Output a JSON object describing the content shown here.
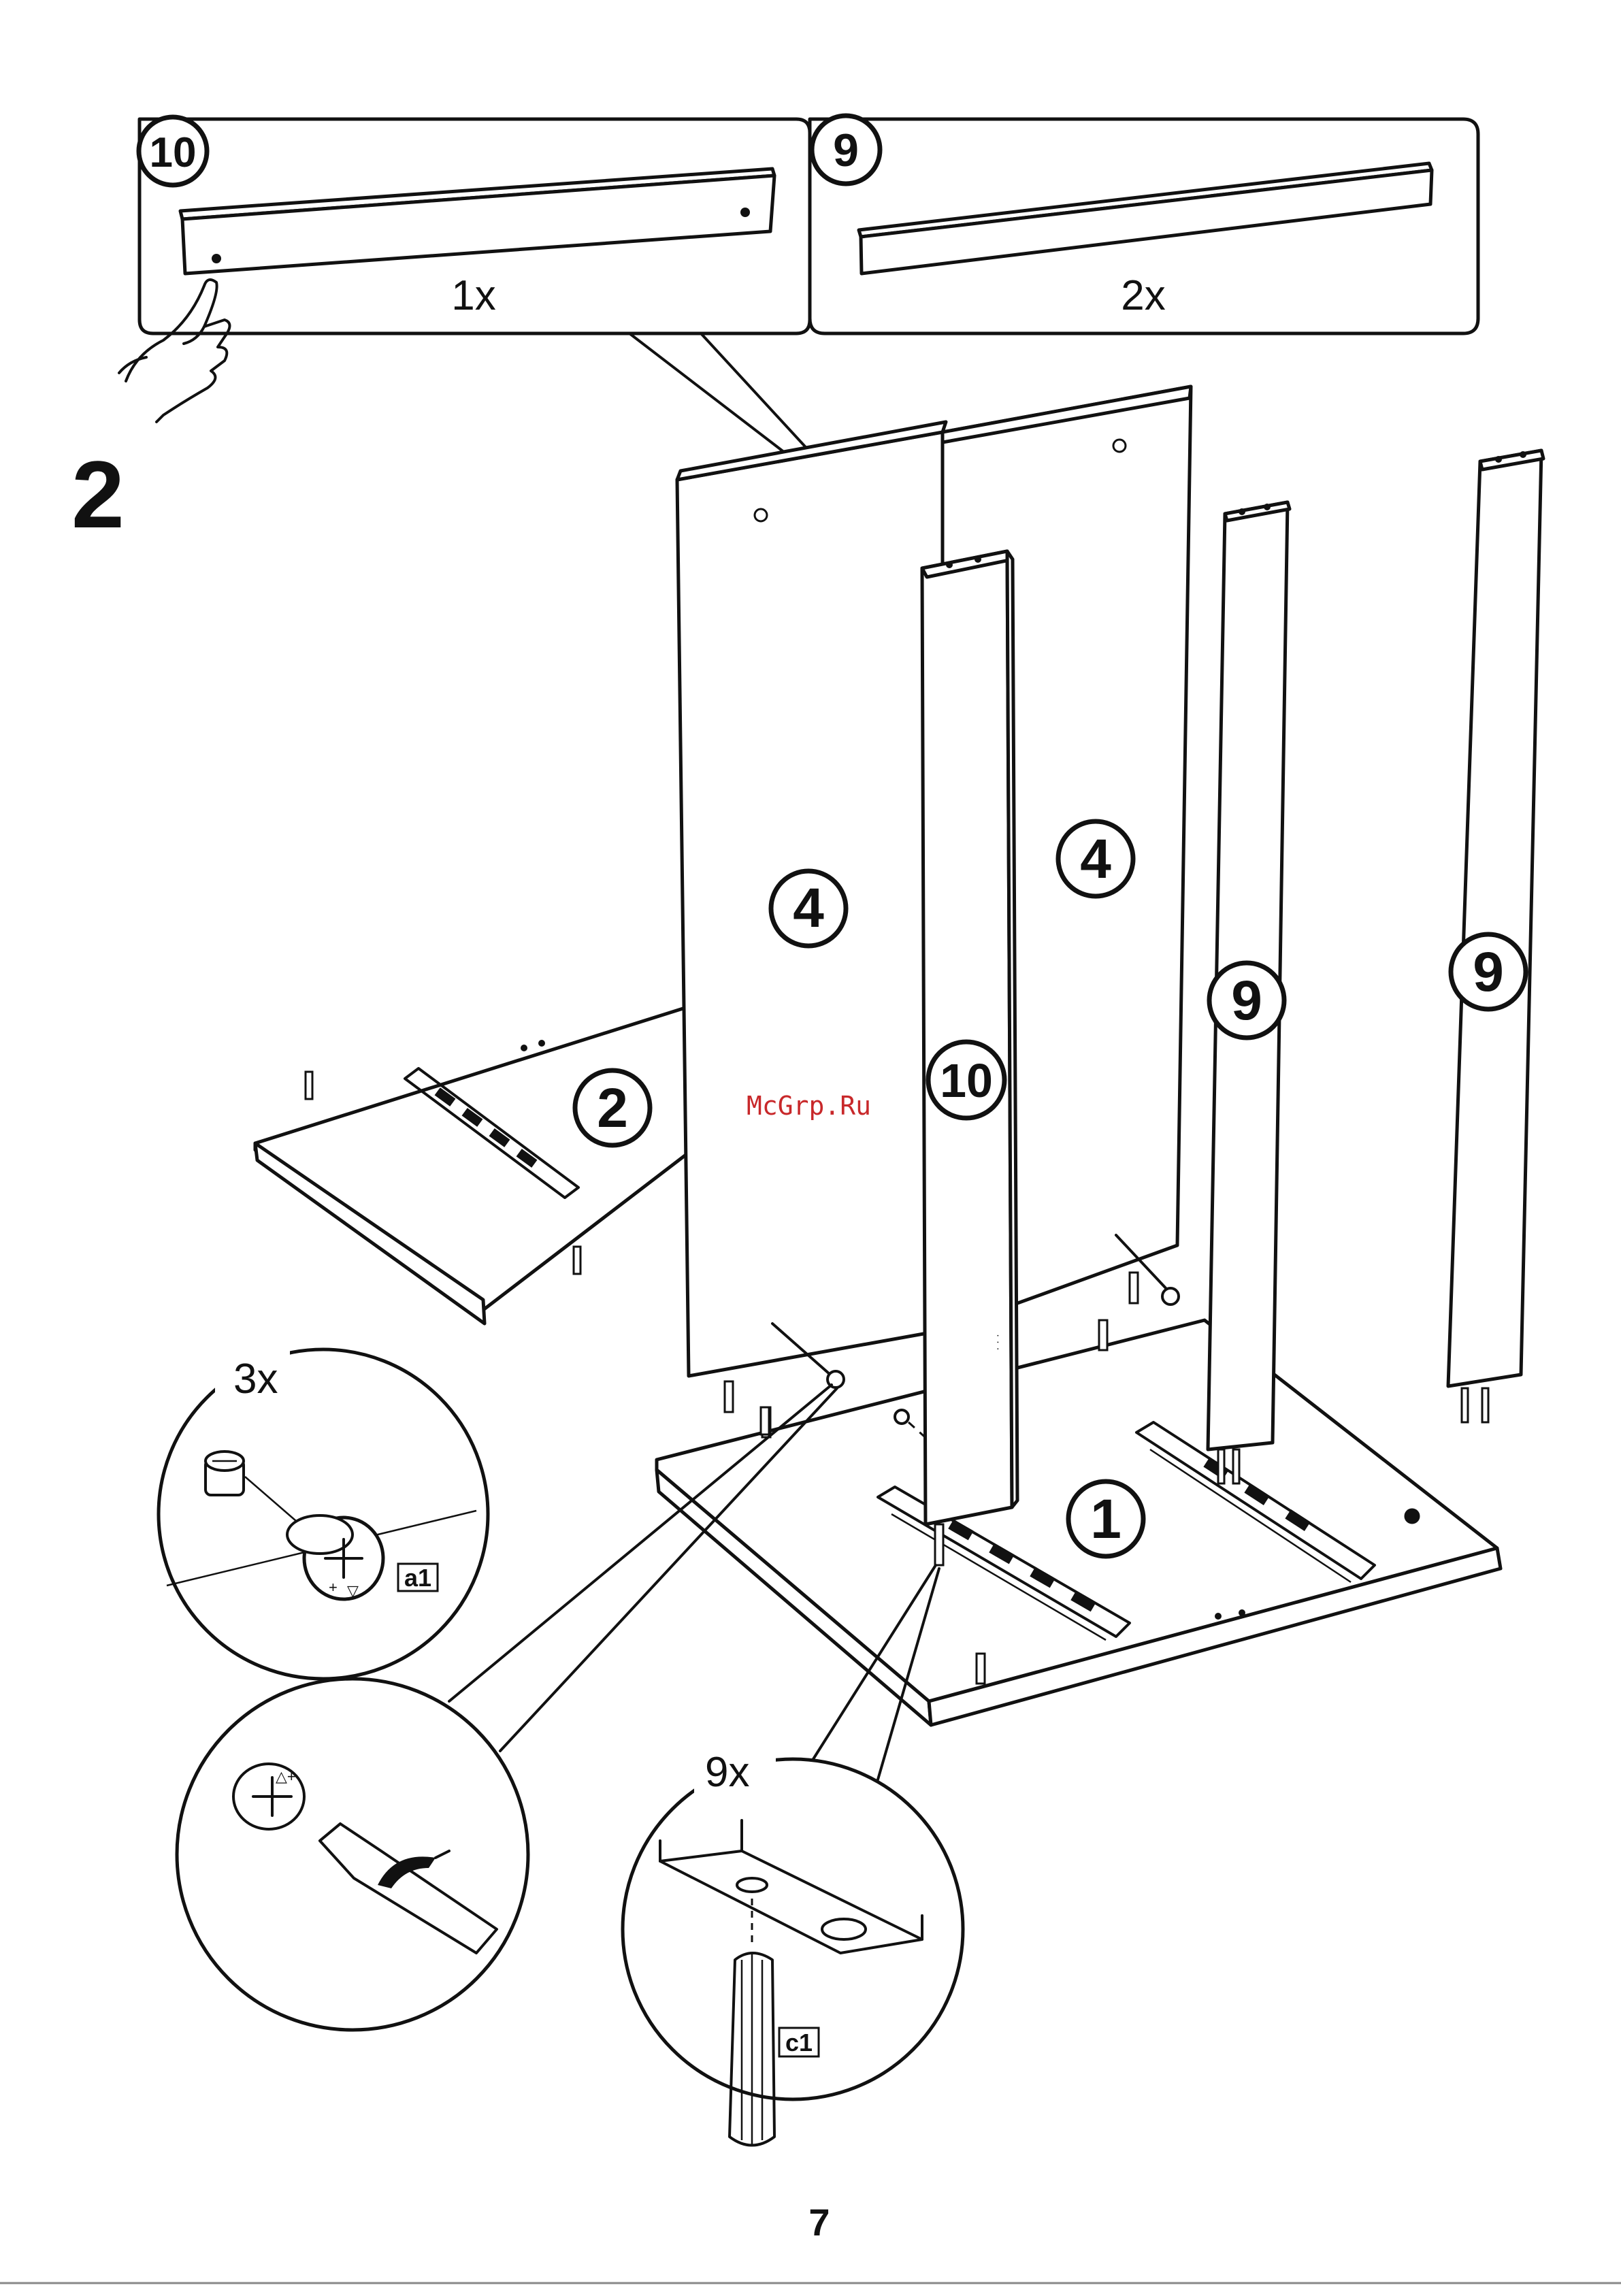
{
  "step": {
    "number": "2"
  },
  "parts_list": [
    {
      "part": "10",
      "quantity": "1x"
    },
    {
      "part": "9",
      "quantity": "2x"
    }
  ],
  "part_labels": {
    "panel_left": "4",
    "panel_right": "4",
    "side_panel": "2",
    "base_panel": "1",
    "front_rail": "10",
    "rail_mid": "9",
    "rail_right": "9"
  },
  "details": {
    "cam_quantity": "3x",
    "cam_code": "a1",
    "dowel_quantity": "9x",
    "dowel_code": "c1"
  },
  "watermark": "McGrp.Ru",
  "page_number": "7"
}
